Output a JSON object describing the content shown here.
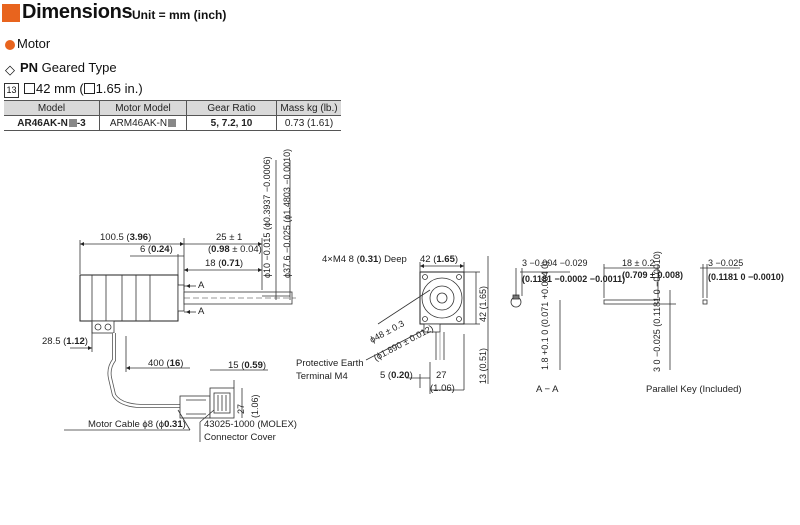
{
  "header": {
    "title": "Dimensions",
    "unit": "Unit = mm (inch)"
  },
  "section_motor": "Motor",
  "section_geared": {
    "symbol": "◇",
    "bold": "PN",
    "text": " Geared Type"
  },
  "frame": {
    "num": "13",
    "text": "42 mm (",
    "text2": "1.65 in.)"
  },
  "table": {
    "headers": [
      "Model",
      "Motor Model",
      "Gear Ratio",
      "Mass kg (lb.)"
    ],
    "row": {
      "model": "AR46AK-N",
      "model_suffix": "-3",
      "motor_model": "ARM46AK-N",
      "gear_ratio": "5, 7.2, 10",
      "mass": "0.73 (1.61)"
    }
  },
  "labels": {
    "d100": "100.5 (",
    "d100b": "3.96",
    "d6": "6 (",
    "d6b": "0.24",
    "d25": "25 ± 1",
    "d098": "(",
    "d098b": "0.98",
    "d098c": " ± 0.04)",
    "d18": "18 (",
    "d18b": "0.71",
    "a1": "A",
    "a2": "A",
    "d285": "28.5 (",
    "d285b": "1.12",
    "d400": "400 (",
    "d400b": "16",
    "d15": "15 (",
    "d15b": "0.59",
    "d27v": "27",
    "d106v": "(1.06)",
    "cable": "Motor Cable ϕ8 (ϕ",
    "cableb": "0.31",
    "molex": "43025-1000 (MOLEX)",
    "connector": "Connector Cover",
    "m4": "4×M4 8 (",
    "m4b": "0.31",
    "m4c": ") Deep",
    "d42": "42 (",
    "d42b": "1.65",
    "d42v": "42 (1.65)",
    "d48": "ϕ48 ± 0.3",
    "d1890": "(ϕ1.890 ± 0.012)",
    "earth": "Protective Earth",
    "terminal": "Terminal M4",
    "d5": "5 (",
    "d5b": "0.20",
    "d27": "27",
    "d106": "(1.06)",
    "d13v": "13 (0.51)",
    "shaft1": "ϕ10 −0.015 (ϕ0.3937 −0.0006)",
    "shaft2": "ϕ37.6 −0.025 (ϕ1.4803 −0.0010)",
    "aa3": "3 −0.004 −0.029",
    "aa1181": "(0.1181 −0.0002 −0.0011)",
    "aa18": "1.8 +0.1 0 (0.071 +0.004 0)",
    "aa_title": "A − A",
    "k18": "18 ± 0.2",
    "k0709": "(0.709 ± 0.008)",
    "k3v": "3 0 −0.025 (0.1181 0 −0.0010)",
    "k3": "3 −0.025",
    "k1181": "(0.1181 0 −0.0010)",
    "key_title": "Parallel Key (Included)"
  }
}
